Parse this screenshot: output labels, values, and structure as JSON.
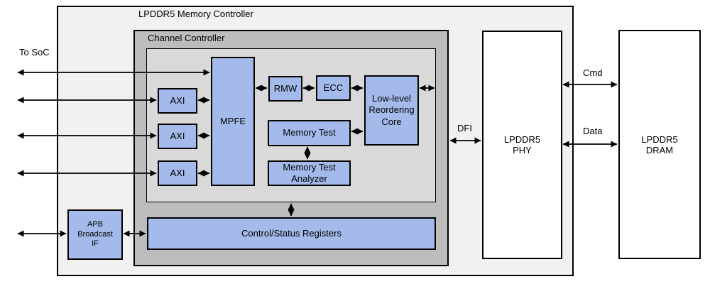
{
  "diagram": {
    "title": "LPDDR5 Memory Controller",
    "channel_title": "Channel Controller",
    "blocks": {
      "axi_a": "AXI",
      "axi_b": "AXI",
      "axi_c": "AXI",
      "mpfe": "MPFE",
      "rmw": "RMW",
      "ecc": "ECC",
      "reordering_core": "Low-level\nReordering\nCore",
      "memory_test": "Memory Test",
      "memory_test_analyzer": "Memory Test\nAnalyzer",
      "csr": "Control/Status Registers",
      "apb": "APB\nBroadcast\nIF",
      "phy": "LPDDR5\nPHY",
      "dram": "LPDDR5\nDRAM"
    },
    "labels": {
      "to_soc": "To SoC",
      "dfi": "DFI",
      "cmd": "Cmd",
      "data": "Data"
    },
    "colors": {
      "outer_fill": "#f1f1f1",
      "channel_fill": "#bdbdbd",
      "inner_fill": "#d9d9d9",
      "block_fill": "#a3baea",
      "line": "#000000"
    }
  }
}
